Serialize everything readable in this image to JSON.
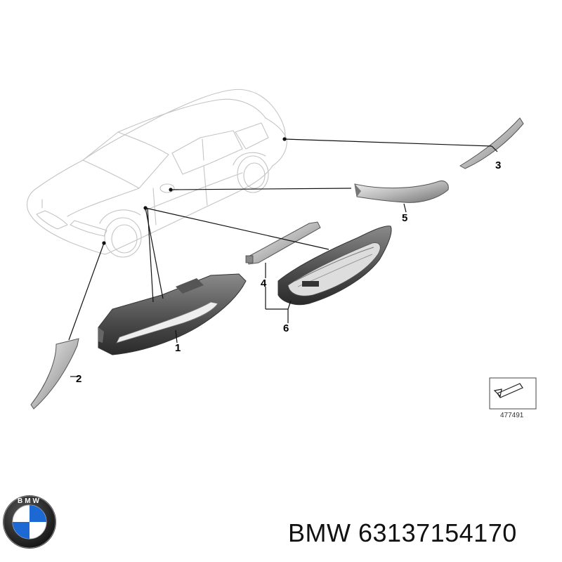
{
  "diagram": {
    "callouts": [
      {
        "id": "1",
        "label": "1"
      },
      {
        "id": "2",
        "label": "2"
      },
      {
        "id": "3",
        "label": "3"
      },
      {
        "id": "4",
        "label": "4"
      },
      {
        "id": "5",
        "label": "5"
      },
      {
        "id": "6",
        "label": "6"
      }
    ],
    "reference_number": "477491",
    "logo_text": "BMW"
  },
  "footer": {
    "brand": "BMW",
    "part_number": "63137154170"
  }
}
